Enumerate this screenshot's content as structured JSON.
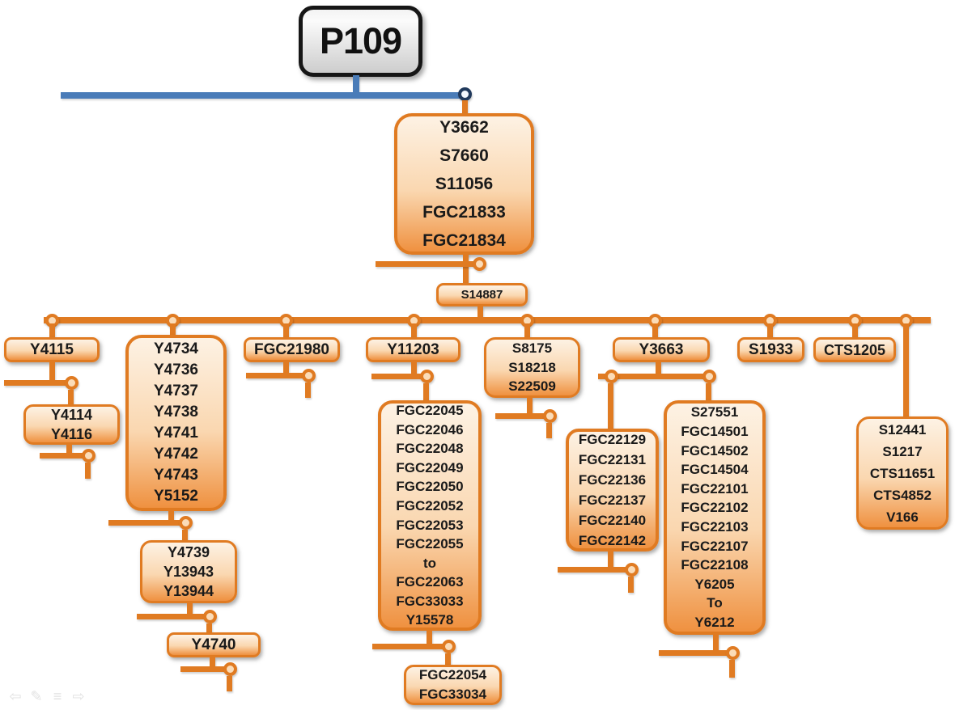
{
  "root": {
    "label": "P109"
  },
  "nodes": {
    "y3662": {
      "labels": [
        "Y3662",
        "S7660",
        "S11056",
        "FGC21833",
        "FGC21834"
      ]
    },
    "s14887": {
      "labels": [
        "S14887"
      ]
    },
    "y4115": {
      "labels": [
        "Y4115"
      ]
    },
    "y4114": {
      "labels": [
        "Y4114",
        "Y4116"
      ]
    },
    "y4734": {
      "labels": [
        "Y4734",
        "Y4736",
        "Y4737",
        "Y4738",
        "Y4741",
        "Y4742",
        "Y4743",
        "Y5152"
      ]
    },
    "y4739": {
      "labels": [
        "Y4739",
        "Y13943",
        "Y13944"
      ]
    },
    "y4740": {
      "labels": [
        "Y4740"
      ]
    },
    "fgc21980": {
      "labels": [
        "FGC21980"
      ]
    },
    "y11203": {
      "labels": [
        "Y11203"
      ]
    },
    "fgc22045": {
      "labels": [
        "FGC22045",
        "FGC22046",
        "FGC22048",
        "FGC22049",
        "FGC22050",
        "FGC22052",
        "FGC22053",
        "FGC22055",
        "to",
        "FGC22063",
        "FGC33033",
        "Y15578"
      ]
    },
    "fgc22054": {
      "labels": [
        "FGC22054",
        "FGC33034"
      ]
    },
    "s8175": {
      "labels": [
        "S8175",
        "S18218",
        "S22509"
      ]
    },
    "y3663": {
      "labels": [
        "Y3663"
      ]
    },
    "fgc22129": {
      "labels": [
        "FGC22129",
        "FGC22131",
        "FGC22136",
        "FGC22137",
        "FGC22140",
        "FGC22142"
      ]
    },
    "s27551": {
      "labels": [
        "S27551",
        "FGC14501",
        "FGC14502",
        "FGC14504",
        "FGC22101",
        "FGC22102",
        "FGC22103",
        "FGC22107",
        "FGC22108",
        "Y6205",
        "To",
        "Y6212"
      ]
    },
    "s1933": {
      "labels": [
        "S1933"
      ]
    },
    "cts1205": {
      "labels": [
        "CTS1205"
      ]
    },
    "s12441": {
      "labels": [
        "S12441",
        "S1217",
        "CTS11651",
        "CTS4852",
        "V166"
      ]
    }
  },
  "toolbar": {
    "prev": "⇦",
    "pen": "✎",
    "menu": "≡",
    "next": "⇨"
  },
  "colors": {
    "orange": "#E07B22",
    "gradTop": "#FDF2E4",
    "gradMid": "#FAD7B0",
    "gradBot": "#EF9140",
    "dotFill": "#FBDCB8",
    "blue": "#4A7CB8",
    "navy": "#20395C",
    "ink": "#1A1A1A"
  }
}
